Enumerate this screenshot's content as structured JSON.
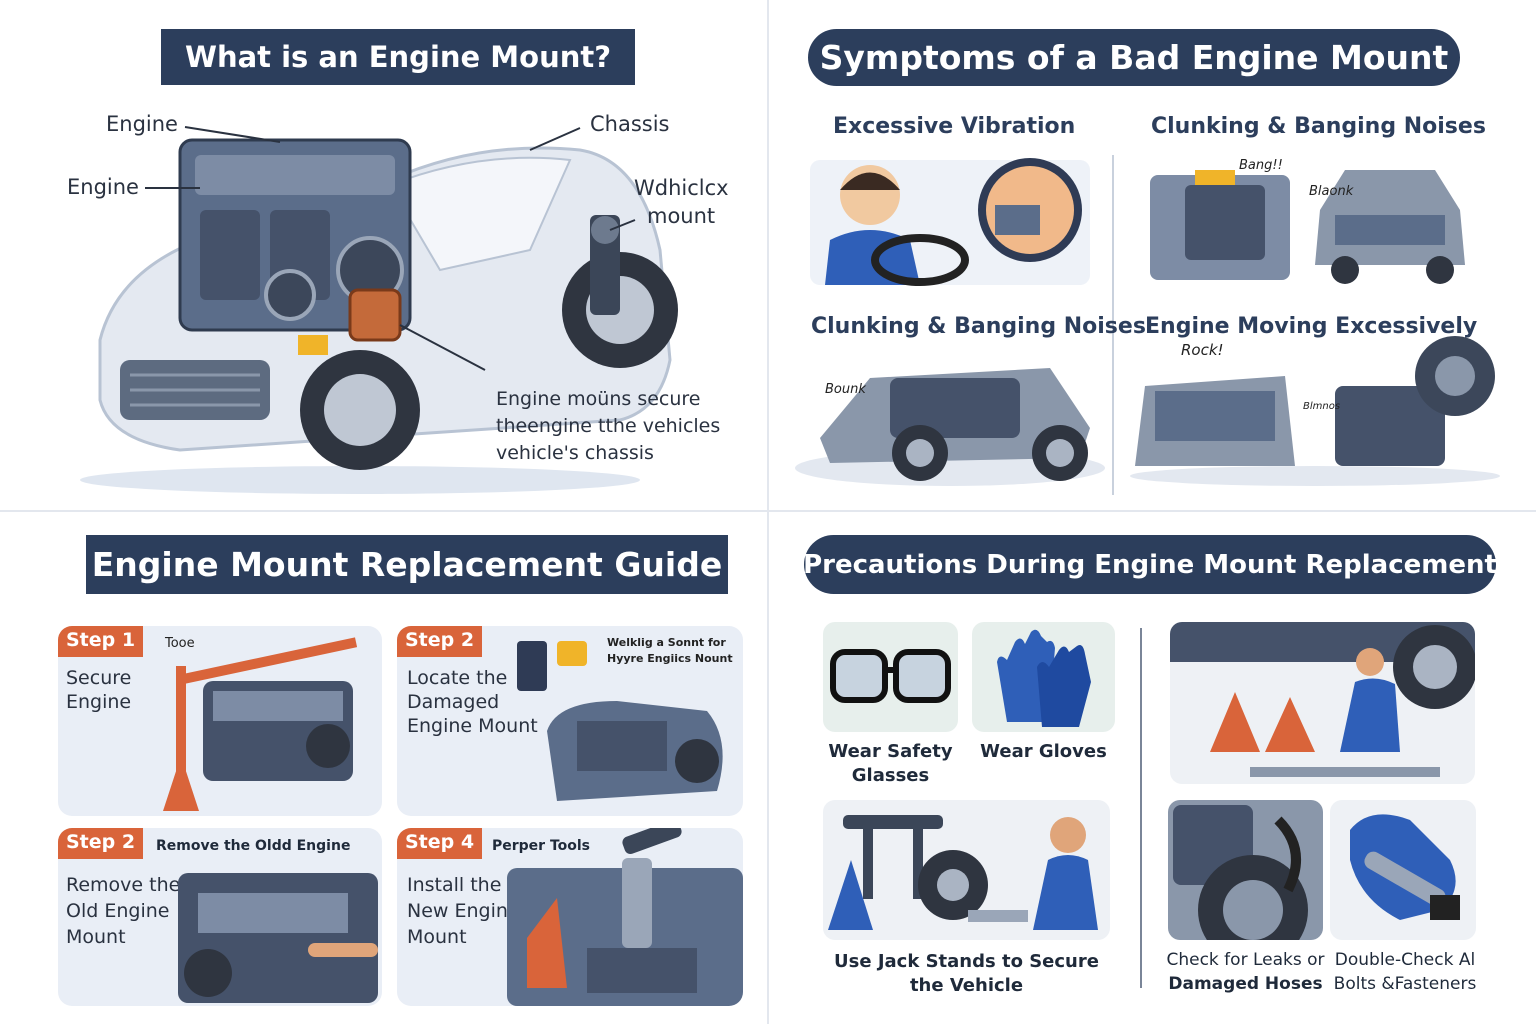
{
  "quadrant1": {
    "title": "What is an Engine Mount?",
    "labels": {
      "engine_top": "Engine",
      "engine_left": "Engine",
      "chassis": "Chassis",
      "mount_line1": "Wdhiclcx",
      "mount_line2": "mount",
      "caption_line1": "Engine moüns secure",
      "caption_line2": "theengine tthe vehicles",
      "caption_line3": "vehicle's chassis"
    }
  },
  "quadrant2": {
    "title": "Symptoms of a Bad Engine Mount",
    "symptoms": [
      {
        "title": "Excessive Vibration"
      },
      {
        "title": "Clunking & Banging Noises",
        "tags": [
          "Bang!!",
          "Blaonk"
        ]
      },
      {
        "title": "Clunking & Banging Noises",
        "tags": [
          "Bounk"
        ]
      },
      {
        "title": "Engine Moving Excessively",
        "tags": [
          "Rock!",
          "Blmnos"
        ]
      }
    ]
  },
  "quadrant3": {
    "title": "Engine Mount Replacement Guide",
    "steps": [
      {
        "badge": "Step 1",
        "text": "Secure\nEngine",
        "tag": "Tooe"
      },
      {
        "badge": "Step 2",
        "text": "Locate the\nDamaged\nEngine Mount",
        "tag_line1": "Welklig a Sonnt for",
        "tag_line2": "Hyyre Engiics Nount"
      },
      {
        "badge": "Step 2",
        "head": "Remove the Oldd Engine",
        "text": "Remove the\nOld Engine\nMount"
      },
      {
        "badge": "Step 4",
        "head": "Perper Tools",
        "text": "Install the\nNew Engine\nMount"
      }
    ]
  },
  "quadrant4": {
    "title": "Precautions During Engine Mount Replacement",
    "items": [
      {
        "caption_line1": "Wear Safety",
        "caption_line2": "Glasses"
      },
      {
        "caption_line1": "Wear Gloves"
      },
      {
        "caption_line1": "Use Jack Stands to Secure",
        "caption_line2": "the Vehicle"
      },
      {
        "caption_line1": "Check for Leaks or",
        "caption_line2": "Damaged Hoses"
      },
      {
        "caption_line1": "Double-Check Al",
        "caption_line2": "Bolts &Fasteners"
      }
    ]
  },
  "colors": {
    "banner": "#2c3e5c",
    "accent_orange": "#d9643a",
    "steel_blue": "#5b6d8a",
    "glove_blue": "#2f5fb8"
  }
}
